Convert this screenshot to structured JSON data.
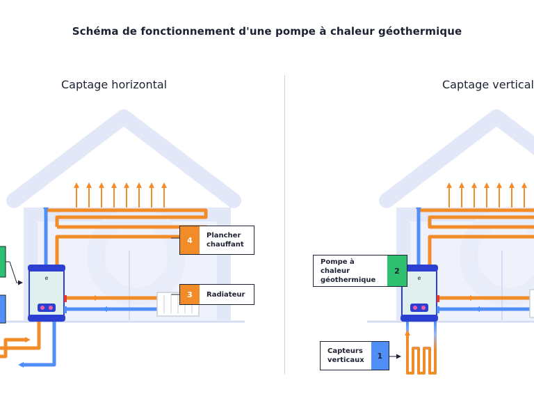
{
  "title": "Schéma de fonctionnement d'une pompe à chaleur géothermique",
  "panels": {
    "left": {
      "title": "Captage horizontal"
    },
    "right": {
      "title": "Captage vertical"
    }
  },
  "labels": {
    "plancher": {
      "num": "4",
      "text": "Plancher chauffant"
    },
    "radiateur": {
      "num": "3",
      "text": "Radiateur"
    },
    "pompe": {
      "num": "2",
      "text": "Pompe à chaleur géothermique"
    },
    "capteurs": {
      "num": "1",
      "text": "Capteurs verticaux"
    }
  },
  "unit_logo": "e",
  "colors": {
    "hot": "#f28c28",
    "cold": "#4f8ff7",
    "house": "#e3e8f8",
    "unit_body": "#dff0ef",
    "unit_cap": "#2b3fd1",
    "green_box": "#2fbf71"
  }
}
